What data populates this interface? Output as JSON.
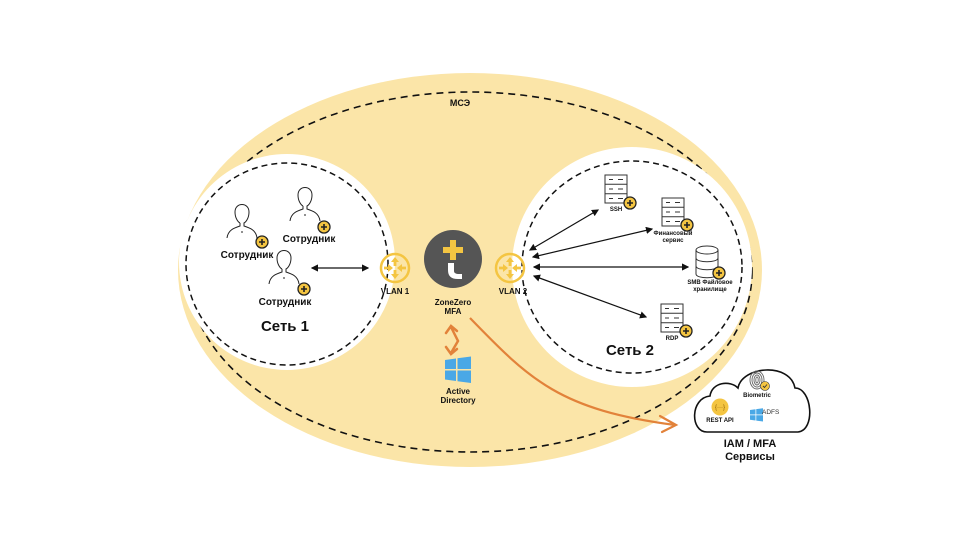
{
  "firewall": {
    "label": "МСЭ"
  },
  "network1": {
    "label": "Сеть 1",
    "employees": [
      {
        "label": "Сотрудник"
      },
      {
        "label": "Сотрудник"
      },
      {
        "label": "Сотрудник"
      }
    ]
  },
  "network2": {
    "label": "Сеть 2",
    "services": [
      {
        "label": "SSH",
        "icon": "server-icon"
      },
      {
        "label": "Финансовый сервис",
        "line1": "Финансовый",
        "line2": "сервис",
        "icon": "server-icon"
      },
      {
        "label": "SMB Файловое хранилище",
        "line1": "SMB Файловое",
        "line2": "хранилище",
        "icon": "database-icon"
      },
      {
        "label": "RDP",
        "icon": "server-icon"
      }
    ]
  },
  "vlan1": {
    "label": "VLAN 1"
  },
  "vlan2": {
    "label": "VLAN 2"
  },
  "zonezero": {
    "line1": "ZoneZero",
    "line2": "MFA"
  },
  "active_directory": {
    "line1": "Active",
    "line2": "Directory"
  },
  "cloud": {
    "title_line1": "IAM / MFA",
    "title_line2": "Сервисы",
    "items": [
      {
        "label": "Biometric",
        "icon": "fingerprint-icon"
      },
      {
        "label": "REST API",
        "icon": "rest-api-icon"
      },
      {
        "label": "ADFS",
        "icon": "windows-icon"
      }
    ]
  },
  "colors": {
    "zone_fill": "#fbe5a8",
    "accent_yellow": "#f4c542",
    "arrow_orange": "#e2823a",
    "logo_dark": "#555555",
    "windows_blue": "#4aa8e6"
  }
}
